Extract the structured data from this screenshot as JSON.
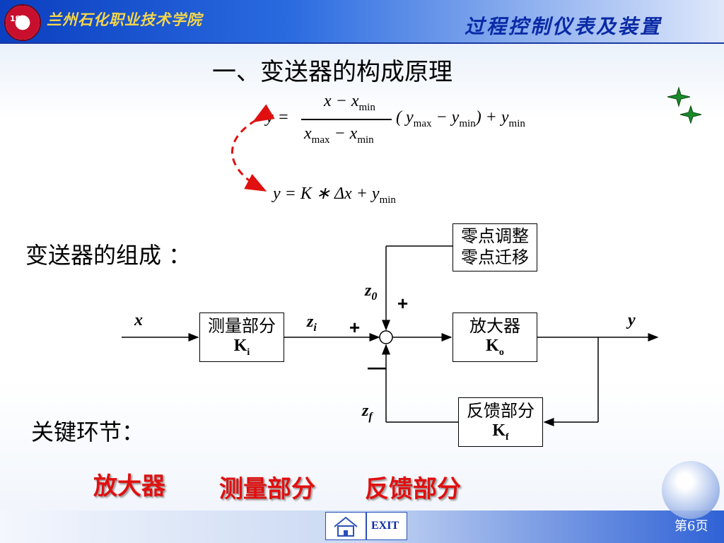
{
  "header": {
    "school": "兰州石化职业技术学院",
    "course": "过程控制仪表及装置",
    "logo_text": "195"
  },
  "title": "一、变送器的构成原理",
  "formula": {
    "eq1_left": "y =",
    "frac_num_x": "x − x",
    "frac_num_sub": "min",
    "frac_den_x1": "x",
    "frac_den_sub1": "max",
    "frac_den_mid": " − x",
    "frac_den_sub2": "min",
    "eq1_right_a": "( y",
    "eq1_right_sub1": "max",
    "eq1_right_b": " − y",
    "eq1_right_sub2": "min",
    "eq1_right_c": ") + y",
    "eq1_right_sub3": "min",
    "eq2_a": "y = K ∗ Δx + y",
    "eq2_sub": "min"
  },
  "composition_label": "变送器的组成 ：",
  "key_label": "关键环节：",
  "blocks": {
    "zero": {
      "line1": "零点调整",
      "line2": "零点迁移"
    },
    "measure": {
      "name": "测量部分",
      "k": "K",
      "k_sub": "i"
    },
    "amp": {
      "name": "放大器",
      "k": "K",
      "k_sub": "o"
    },
    "feedback": {
      "name": "反馈部分",
      "k": "K",
      "k_sub": "f"
    }
  },
  "signals": {
    "x": "x",
    "y": "y",
    "zi": "z",
    "zi_sub": "i",
    "z0": "z",
    "z0_sub": "0",
    "zf": "z",
    "zf_sub": "f"
  },
  "signs": {
    "plus_top": "+",
    "plus_left": "+",
    "minus": "—"
  },
  "key_items": [
    "放大器",
    "测量部分",
    "反馈部分"
  ],
  "footer": {
    "exit": "EXIT",
    "page": "第6页"
  },
  "colors": {
    "accent_red": "#e01010",
    "header_blue": "#0b3fbf",
    "course_blue": "#0a2aa6"
  },
  "icons": [
    "home-icon",
    "star-icon",
    "globe-icon",
    "school-logo"
  ]
}
